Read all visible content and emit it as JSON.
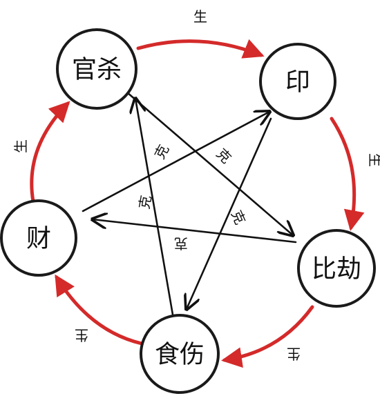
{
  "colors": {
    "generate": "#d42a2a",
    "control": "#111111",
    "node_stroke": "#1a1a1a"
  },
  "nodes": {
    "guansha": "官杀",
    "yin": "印",
    "bijie": "比劫",
    "shishang": "食伤",
    "cai": "财"
  },
  "generate_cycle": {
    "guansha_to_yin": "生",
    "yin_to_bijie": "生",
    "bijie_to_shishang": "生",
    "shishang_to_cai": "生",
    "cai_to_guansha": "生"
  },
  "control_cycle": {
    "guansha_to_bijie": "克",
    "bijie_to_cai": "克",
    "cai_to_yin": "克",
    "yin_to_shishang": "克",
    "shishang_to_guansha": "克"
  }
}
